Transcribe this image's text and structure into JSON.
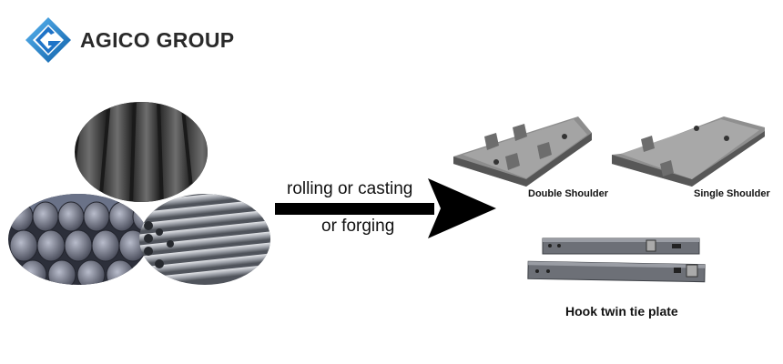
{
  "logo": {
    "brand": "AGICO GROUP",
    "brand_color": "#1f73c7",
    "text_color": "#2a2a2a",
    "icon": "diamond-logo-icon"
  },
  "process": {
    "line1": "rolling or casting",
    "line2": "or forging",
    "arrow_icon": "arrow-right-icon"
  },
  "materials": {
    "items": [
      {
        "icon": "steel-billet-photo"
      },
      {
        "icon": "round-bar-bundle-photo"
      },
      {
        "icon": "steel-pipe-bundle-photo"
      }
    ]
  },
  "products": {
    "double_shoulder": "Double Shoulder",
    "single_shoulder": "Single Shoulder",
    "hook_twin": "Hook twin tie plate"
  }
}
